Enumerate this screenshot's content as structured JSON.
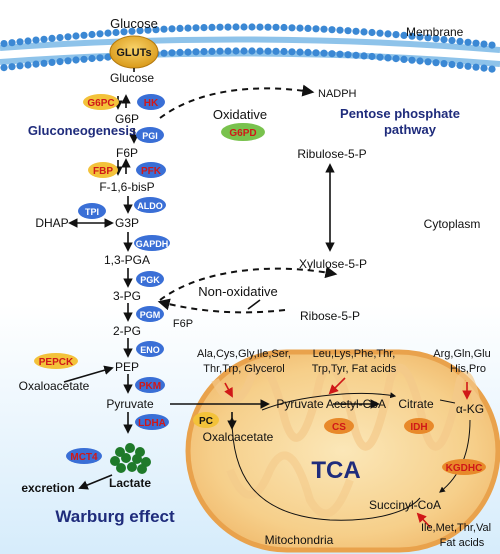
{
  "membrane": {
    "glucose_outside": "Glucose",
    "transporter": "GLUTs",
    "label": "Membrane"
  },
  "glycolysis": {
    "glucose": "Glucose",
    "g6p": "G6P",
    "f6p": "F6P",
    "f16bp": "F-1,6-bisP",
    "dhap": "DHAP",
    "g3p": "G3P",
    "bpg": "1,3-PGA",
    "pg3": "3-PG",
    "pg2": "2-PG",
    "pep": "PEP",
    "oxaloacetate": "Oxaloacetate",
    "pyruvate": "Pyruvate",
    "lactate": "Lactate",
    "excretion": "excretion"
  },
  "enzymes": {
    "g6pc": "G6PC",
    "hk": "HK",
    "pgi": "PGI",
    "fbp": "FBP",
    "pfk": "PFK",
    "aldo": "ALDO",
    "tpi": "TPI",
    "gapdh": "GAPDH",
    "pgk": "PGK",
    "pgm": "PGM",
    "eno": "ENO",
    "pepck": "PEPCK",
    "pkm": "PKM",
    "ldha": "LDHA",
    "mct4": "MCT4",
    "g6pd": "G6PD",
    "pc": "PC",
    "cs": "CS",
    "idh": "IDH",
    "kgdhc": "KGDHC"
  },
  "labels": {
    "gluconeogenesis": "Gluconeogenesis",
    "oxidative": "Oxidative",
    "non_oxidative": "Non-oxidative",
    "ppp_line1": "Pentose phosphate",
    "ppp_line2": "pathway",
    "cytoplasm": "Cytoplasm",
    "warburg": "Warburg effect",
    "mitochondria": "Mitochondria",
    "tca": "TCA"
  },
  "ppp": {
    "nadph": "NADPH",
    "ribulose": "Ribulose-5-P",
    "xylulose": "Xylulose-5-P",
    "ribose": "Ribose-5-P",
    "f6p": "F6P"
  },
  "amino_acids": {
    "group1_line1": "Ala,Cys,Gly,Ile,Ser,",
    "group1_line2": "Thr,Trp, Glycerol",
    "group2_line1": "Leu,Lys,Phe,Thr,",
    "group2_line2": "Trp,Tyr, Fat acids",
    "group3_line1": "Arg,Gln,Glu",
    "group3_line2": "His,Pro",
    "group4_line1": "Ile,Met,Thr,Val",
    "group4_line2": "Fat acids"
  },
  "mito": {
    "pyruvate": "Pyruvate",
    "acetyl_coa": "Acetyl-CoA",
    "oxaloacetate": "Oxaloacetate",
    "citrate": "Citrate",
    "akg": "α-KG",
    "succinyl_coa": "Succinyl-CoA"
  },
  "colors": {
    "enzyme_blue": "#3a6fd6",
    "enzyme_red": "#d01818",
    "enzyme_yellow": "#f3c23a",
    "enzyme_orange": "#e8892a",
    "enzyme_green": "#79c24d",
    "navy": "#1f2c7c",
    "membrane": "#5aa2dc"
  }
}
